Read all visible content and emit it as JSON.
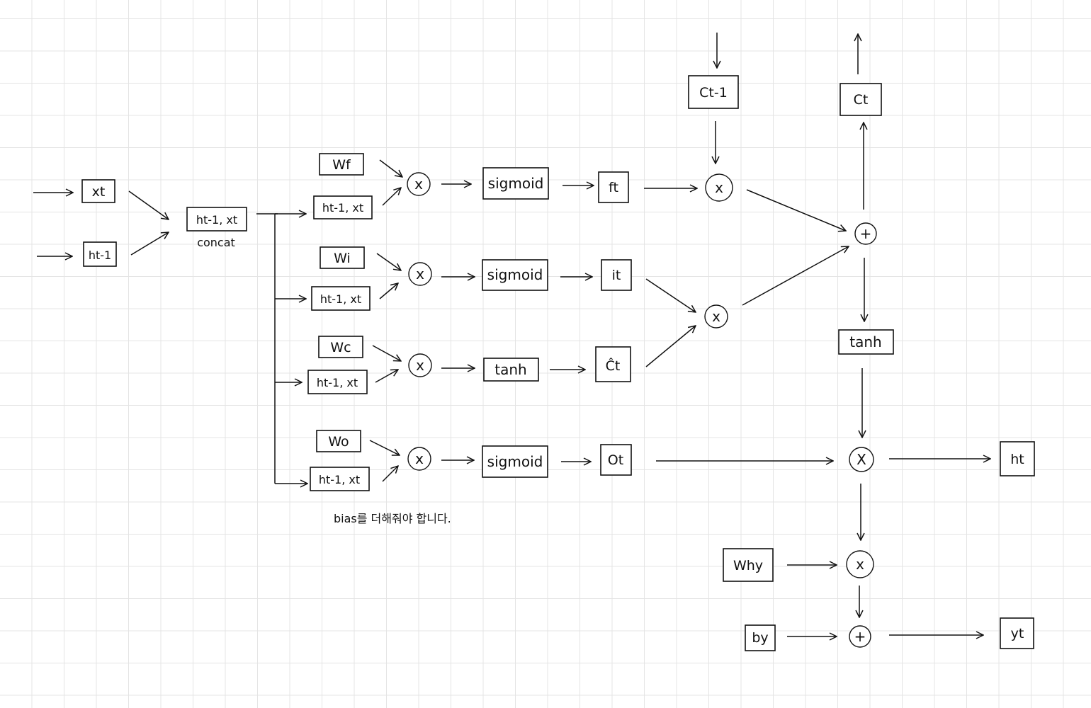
{
  "inputs": {
    "x_t": "xt",
    "h_prev": "ht-1",
    "c_prev": "Ct-1"
  },
  "concat": {
    "label": "ht-1, xt",
    "caption": "concat"
  },
  "gates": {
    "forget": {
      "weight": "Wf",
      "input": "ht-1, xt",
      "multiply": "x",
      "activation": "sigmoid",
      "output": "ft"
    },
    "input": {
      "weight": "Wi",
      "input": "ht-1, xt",
      "multiply": "x",
      "activation": "sigmoid",
      "output": "it"
    },
    "candidate": {
      "weight": "Wc",
      "input": "ht-1, xt",
      "multiply": "x",
      "activation": "tanh",
      "output": "Ĉt"
    },
    "output": {
      "weight": "Wo",
      "input": "ht-1, xt",
      "multiply": "x",
      "activation": "sigmoid",
      "output": "Ot"
    }
  },
  "note": "bias를 더해줘야 합니다.",
  "cell": {
    "forget_multiply": "x",
    "input_multiply": "x",
    "add": "+",
    "c_t": "Ct",
    "tanh": "tanh",
    "h_multiply": "X",
    "h_t": "ht"
  },
  "output_layer": {
    "weight": "Why",
    "multiply": "x",
    "bias": "by",
    "add": "+",
    "y_t": "yt"
  }
}
